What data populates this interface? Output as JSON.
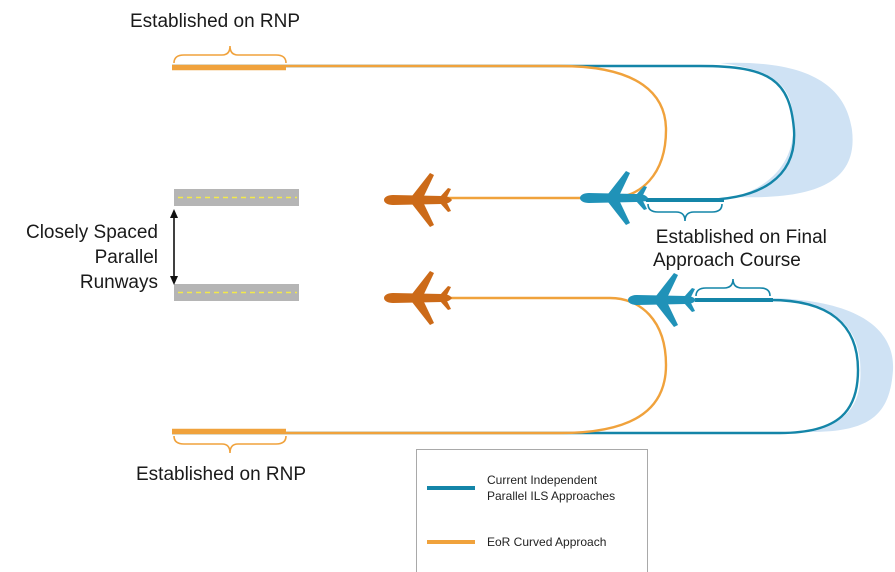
{
  "labels": {
    "top_rnp": "Established on RNP",
    "bottom_rnp": "Established on RNP",
    "final_line1": "Established on Final",
    "final_line2": "Approach Course",
    "runways_line1": "Closely Spaced",
    "runways_line2": "Parallel",
    "runways_line3": "Runways"
  },
  "legend": {
    "items": [
      {
        "label": "Current Independent Parallel ILS Approaches",
        "color": "#1485a8"
      },
      {
        "label": "EoR Curved Approach",
        "color": "#f0a23c"
      }
    ]
  },
  "colors": {
    "ils_path": "#1485a8",
    "eor_path": "#f0a23c",
    "eor_aircraft": "#cc6a18",
    "ils_aircraft": "#2092b8",
    "dispersion": "#cfe2f4",
    "runway": "#b5b5b5",
    "runway_centerline": "#f3e94a"
  },
  "icons": {
    "aircraft": "airplane-icon",
    "brace": "curly-brace-icon",
    "spacing": "double-arrow-icon"
  }
}
